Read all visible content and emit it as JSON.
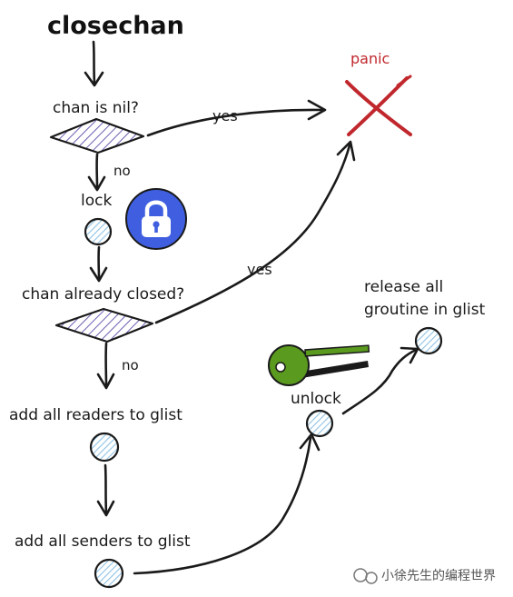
{
  "diagram": {
    "title": "closechan",
    "nodes": {
      "chan_nil": "chan is nil?",
      "lock": "lock",
      "already_closed": "chan already closed?",
      "add_readers": "add all readers to glist",
      "add_senders": "add all senders to glist",
      "unlock": "unlock",
      "release": [
        "release all",
        "groutine in glist"
      ],
      "panic": "panic"
    },
    "edges": {
      "nil_yes": "yes",
      "nil_no": "no",
      "closed_yes": "yes",
      "closed_no": "no"
    },
    "icons": {
      "lock_icon": "padlock-icon",
      "key_icon": "key-icon",
      "panic_icon": "red-cross-icon"
    },
    "colors": {
      "ink": "#1a1a1a",
      "hatch": "#6b5fb0",
      "node_fill": "#8fc3e6",
      "lock_blue": "#3f5fe0",
      "key_green": "#5a9a1e",
      "panic_red": "#c0282d"
    }
  },
  "watermark": "小徐先生的编程世界"
}
